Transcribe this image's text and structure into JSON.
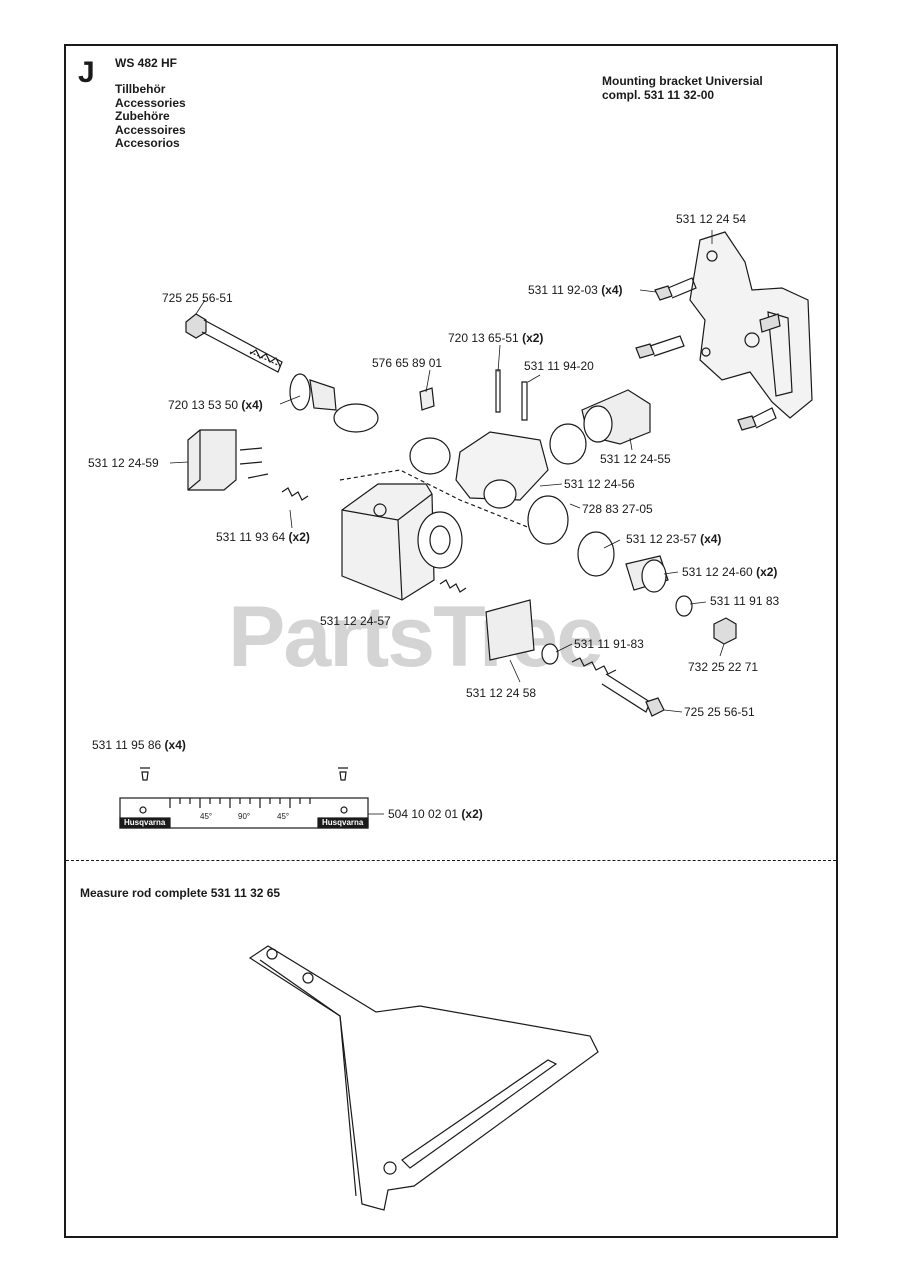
{
  "header": {
    "section_letter": "J",
    "model": "WS 482 HF",
    "category": [
      "Tillbehör",
      "Accessories",
      "Zubehöre",
      "Accessoires",
      "Accesorios"
    ],
    "assembly_title": "Mounting bracket Universial",
    "assembly_number": "compl. 531 11 32-00"
  },
  "watermark": "PartsTree",
  "callouts": [
    {
      "id": "c1",
      "num": "531 12 24 54",
      "qty": ""
    },
    {
      "id": "c2",
      "num": "531 11 92-03",
      "qty": "(x4)"
    },
    {
      "id": "c3",
      "num": "725 25 56-51",
      "qty": ""
    },
    {
      "id": "c4",
      "num": "720 13 65-51",
      "qty": "(x2)"
    },
    {
      "id": "c5",
      "num": "576 65 89 01",
      "qty": ""
    },
    {
      "id": "c6",
      "num": "531 11 94-20",
      "qty": ""
    },
    {
      "id": "c7",
      "num": "720 13 53 50",
      "qty": "(x4)"
    },
    {
      "id": "c8",
      "num": "531 12 24-59",
      "qty": ""
    },
    {
      "id": "c9",
      "num": "531 12 24-55",
      "qty": ""
    },
    {
      "id": "c10",
      "num": "531 12 24-56",
      "qty": ""
    },
    {
      "id": "c11",
      "num": "728 83 27-05",
      "qty": ""
    },
    {
      "id": "c12",
      "num": "531 11 93 64",
      "qty": "(x2)"
    },
    {
      "id": "c13",
      "num": "531 12 23-57",
      "qty": "(x4)"
    },
    {
      "id": "c14",
      "num": "531 12 24-60",
      "qty": "(x2)"
    },
    {
      "id": "c15",
      "num": "531 11 91 83",
      "qty": ""
    },
    {
      "id": "c16",
      "num": "531 12 24-57",
      "qty": ""
    },
    {
      "id": "c17",
      "num": "531 11 91-83",
      "qty": ""
    },
    {
      "id": "c18",
      "num": "732 25 22 71",
      "qty": ""
    },
    {
      "id": "c19",
      "num": "531 12 24 58",
      "qty": ""
    },
    {
      "id": "c20",
      "num": "725 25 56-51",
      "qty": ""
    },
    {
      "id": "c21",
      "num": "531 11 95 86",
      "qty": "(x4)"
    },
    {
      "id": "c22",
      "num": "504 10 02 01",
      "qty": "(x2)"
    }
  ],
  "scale": {
    "marks": [
      "45°",
      "90°",
      "45°"
    ],
    "brand": "Husqvarna"
  },
  "measure_rod": {
    "title": "Measure rod complete 531 11 32 65"
  }
}
